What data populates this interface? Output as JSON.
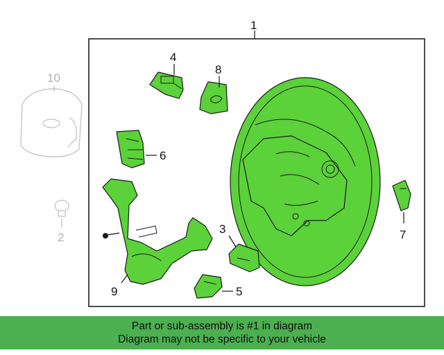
{
  "diagram": {
    "callouts": {
      "n1": "1",
      "n2": "2",
      "n3": "3",
      "n4": "4",
      "n5": "5",
      "n6": "6",
      "n7": "7",
      "n8": "8",
      "n9": "9",
      "n10": "10"
    }
  },
  "banner": {
    "line1": "Part or sub-assembly is #1 in diagram",
    "line2": "Diagram may not be specific to your vehicle"
  },
  "colors": {
    "highlight": "#5bd13a",
    "banner": "#4caf50"
  }
}
